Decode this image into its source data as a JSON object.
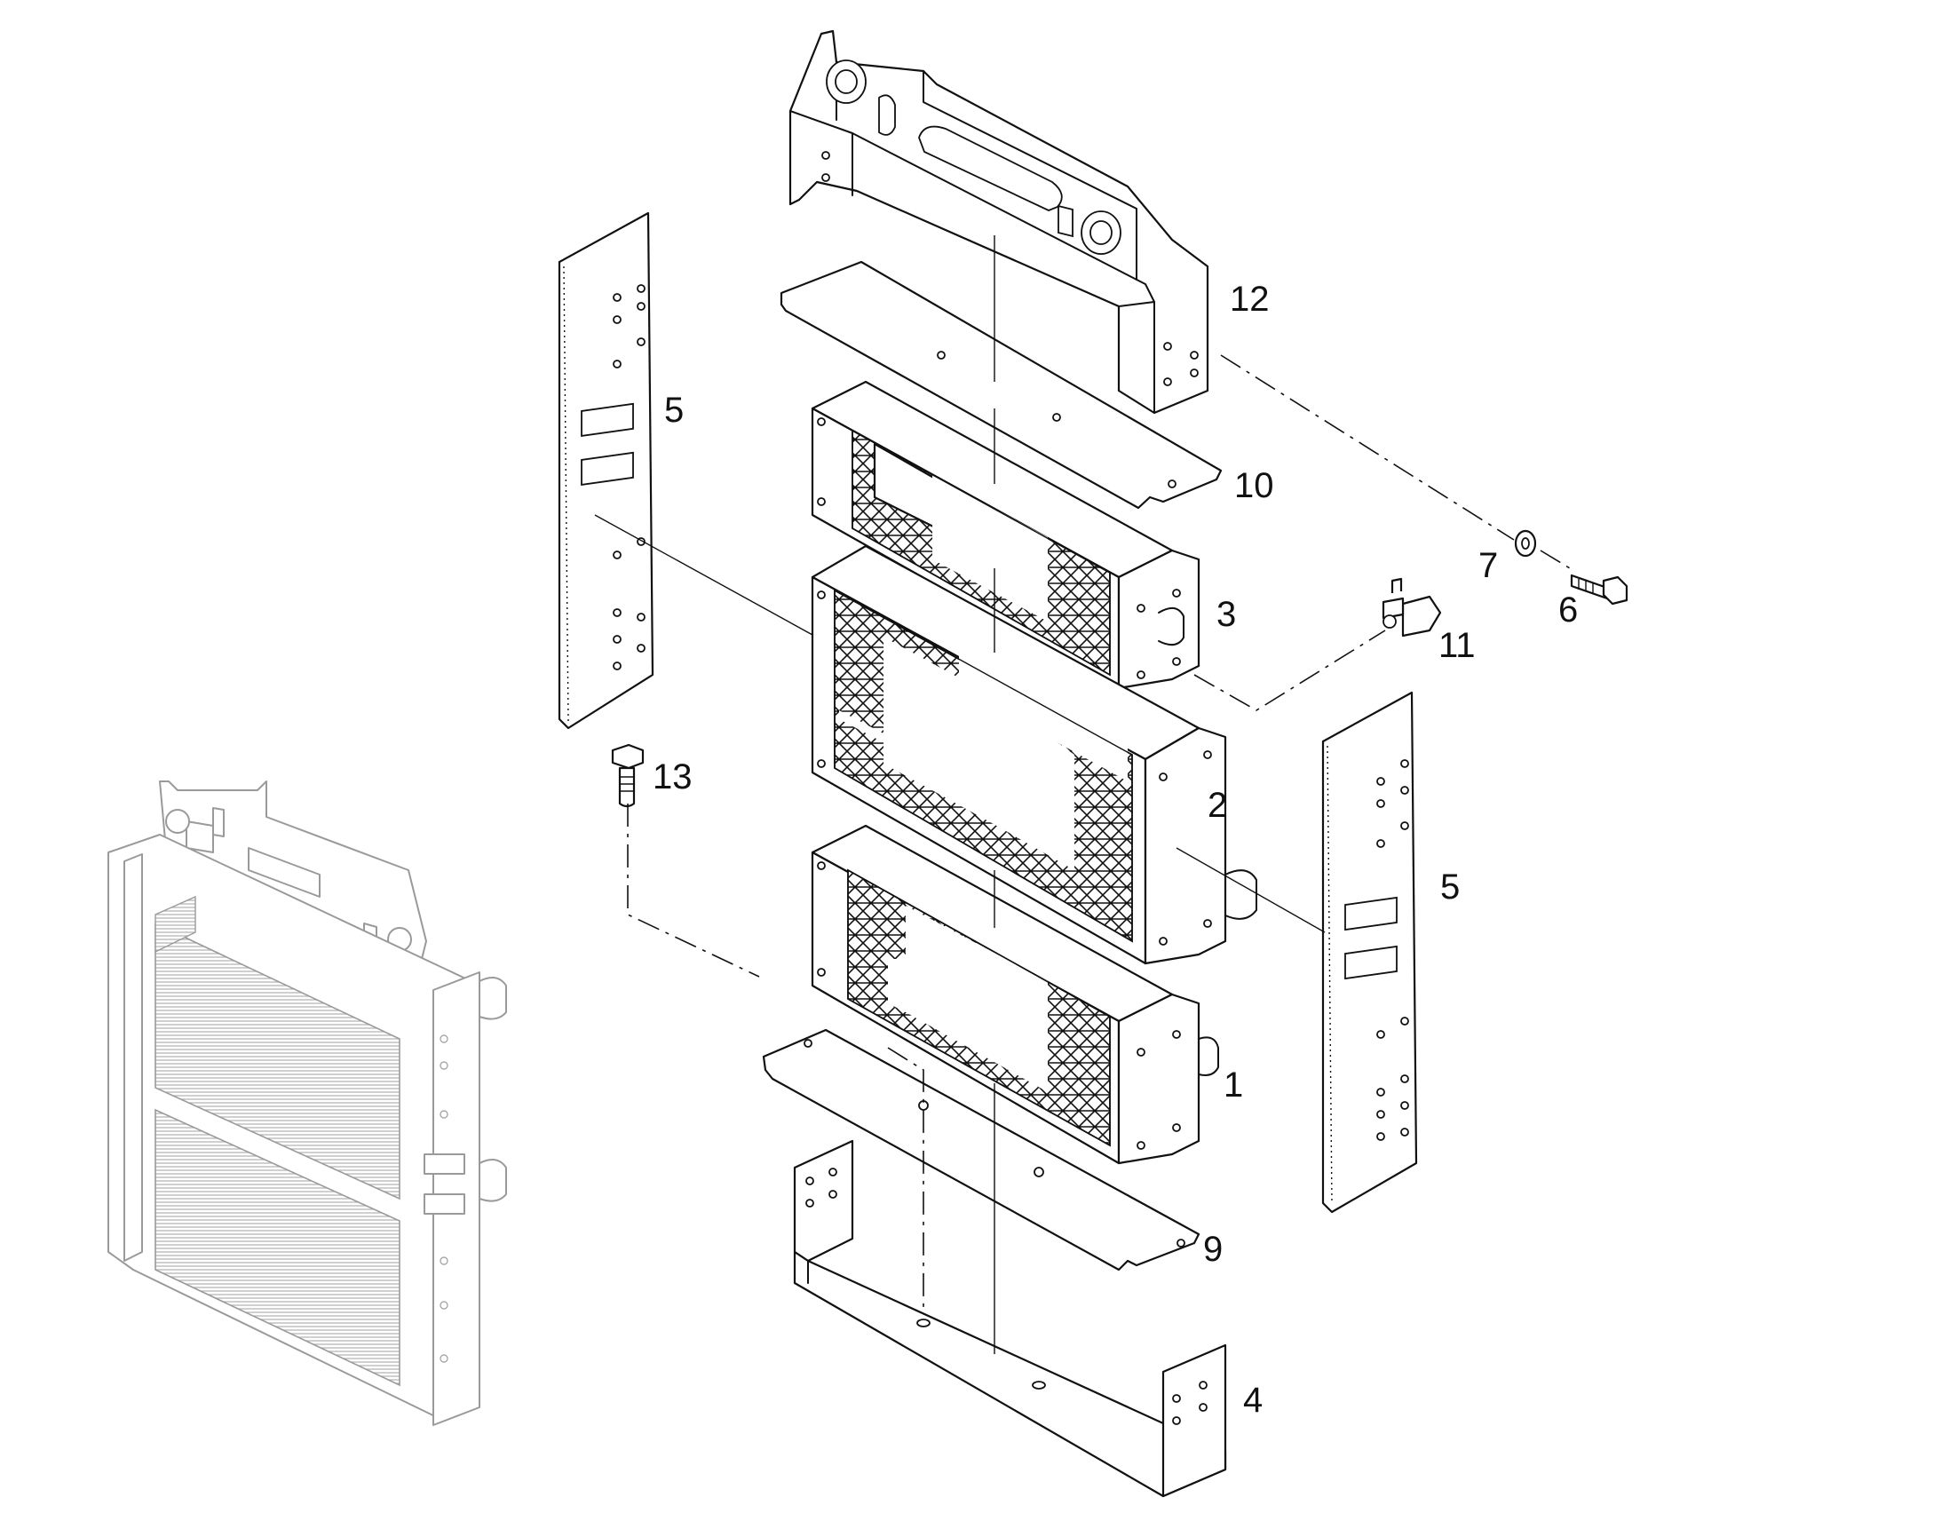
{
  "callouts": {
    "p1": "1",
    "p2": "2",
    "p3": "3",
    "p4": "4",
    "p5_left": "5",
    "p5_right": "5",
    "p6": "6",
    "p7": "7",
    "p9": "9",
    "p10": "10",
    "p11": "11",
    "p12": "12",
    "p13": "13"
  }
}
